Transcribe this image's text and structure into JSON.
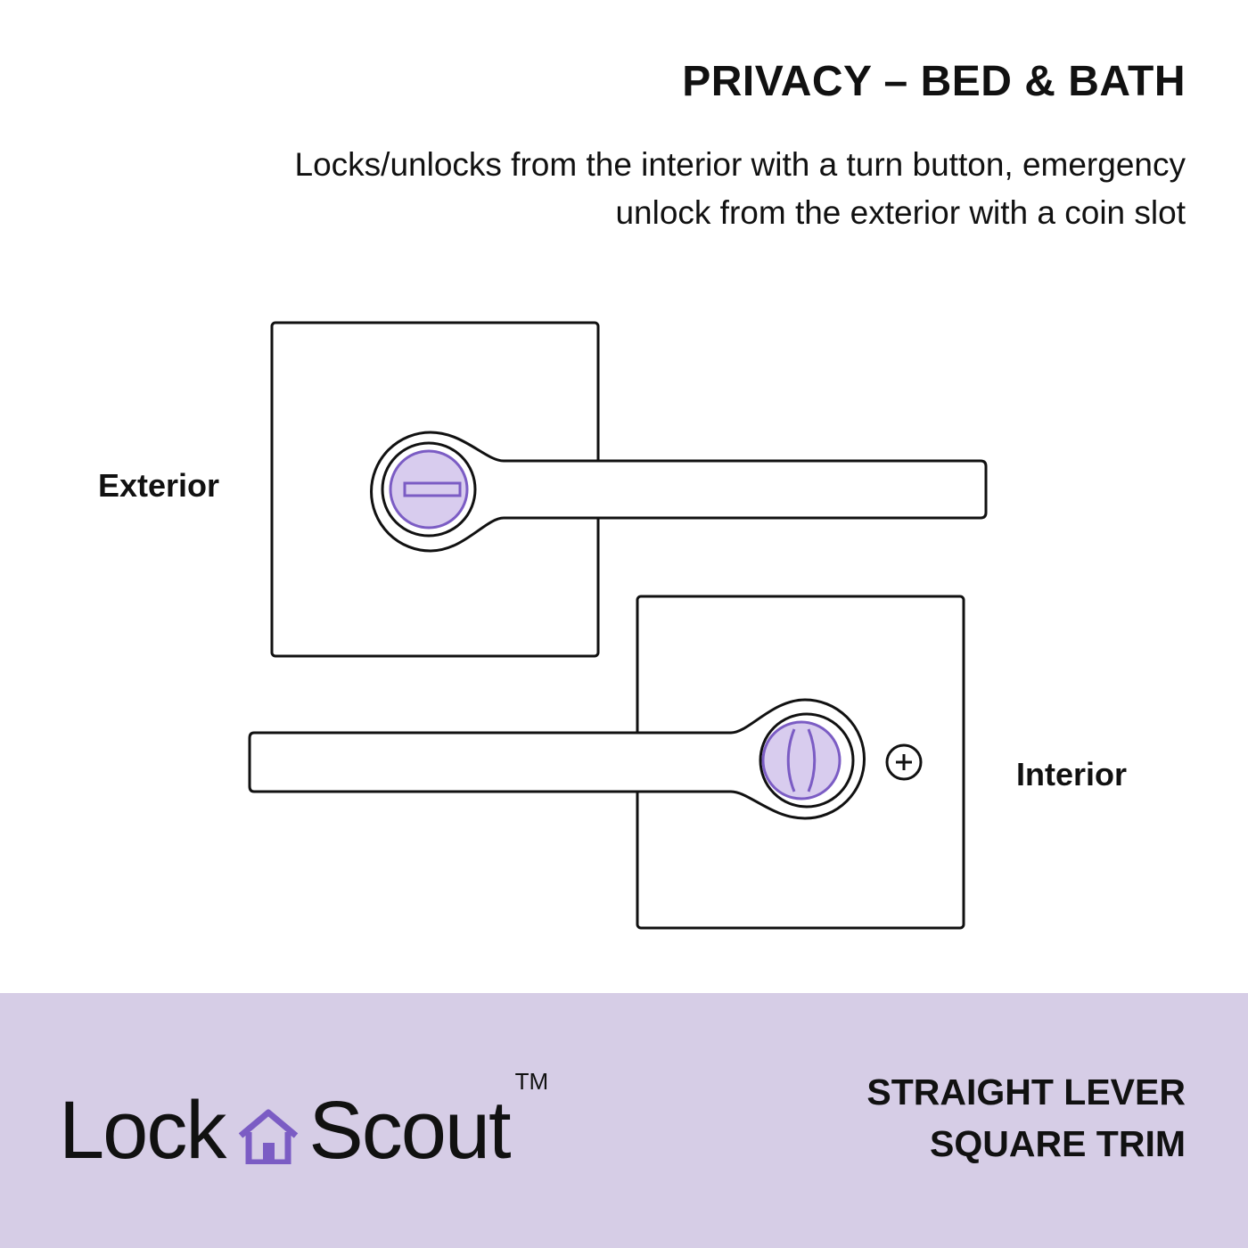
{
  "header": {
    "title": "PRIVACY – BED & BATH",
    "description": "Locks/unlocks from the interior with a turn button, emergency unlock from the exterior with a coin slot"
  },
  "diagram": {
    "exterior_label": "Exterior",
    "interior_label": "Interior"
  },
  "footer": {
    "brand_part1": "Lock",
    "brand_icon": "house-icon",
    "brand_part2": "Scout",
    "trademark": "TM",
    "product_line1": "STRAIGHT LEVER",
    "product_line2": "SQUARE TRIM"
  },
  "colors": {
    "footer_background": "#d6cde6",
    "accent_purple": "#7b5cc4",
    "accent_fill": "#d8ccee"
  }
}
